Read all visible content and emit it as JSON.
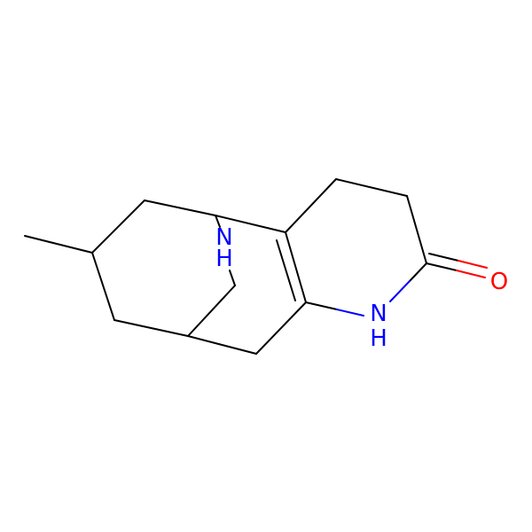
{
  "atoms": {
    "nh_bridge": {
      "text": "N",
      "h": "H",
      "color": "#0000ff"
    },
    "nh_ring": {
      "text": "N",
      "h": "H",
      "color": "#0000ff"
    },
    "o": {
      "text": "O",
      "color": "#ff0000"
    }
  }
}
